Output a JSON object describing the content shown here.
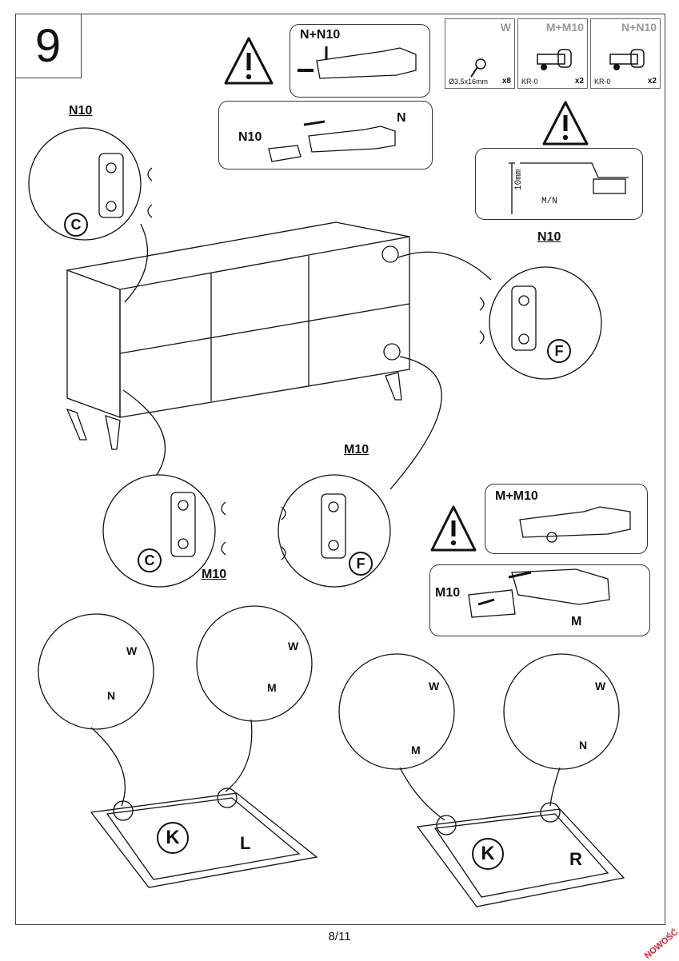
{
  "step": {
    "number": "9"
  },
  "parts": [
    {
      "code": "W",
      "spec": "Ø3,5x16mm",
      "qty": "x8"
    },
    {
      "code": "M+M10",
      "spec": "KR-0",
      "qty": "x2"
    },
    {
      "code": "N+N10",
      "spec": "KR-0",
      "qty": "x2"
    }
  ],
  "warnings": {
    "top_hinge_label": "N+N10",
    "detach": {
      "left": "N10",
      "right": "N"
    },
    "gauge": {
      "dim": "10mm",
      "label": "M/N"
    },
    "mid_hinge_label": "M+M10",
    "detach_m": {
      "left": "M10",
      "right": "M"
    }
  },
  "callouts": {
    "c_top": {
      "plate": "N10",
      "letter": "C"
    },
    "f_top": {
      "plate": "N10",
      "letter": "F"
    },
    "c_mid": {
      "plate": "M10",
      "letter": "C"
    },
    "f_mid": {
      "plate": "M10",
      "letter": "F"
    }
  },
  "doors": {
    "screw_label": "W",
    "left": {
      "panel": "K",
      "side": "L",
      "hinge_a": "N",
      "hinge_b": "M"
    },
    "right": {
      "panel": "K",
      "side": "R",
      "hinge_a": "M",
      "hinge_b": "N"
    }
  },
  "footer": {
    "page": "8/11",
    "badge": "NOWOŚĆ"
  }
}
